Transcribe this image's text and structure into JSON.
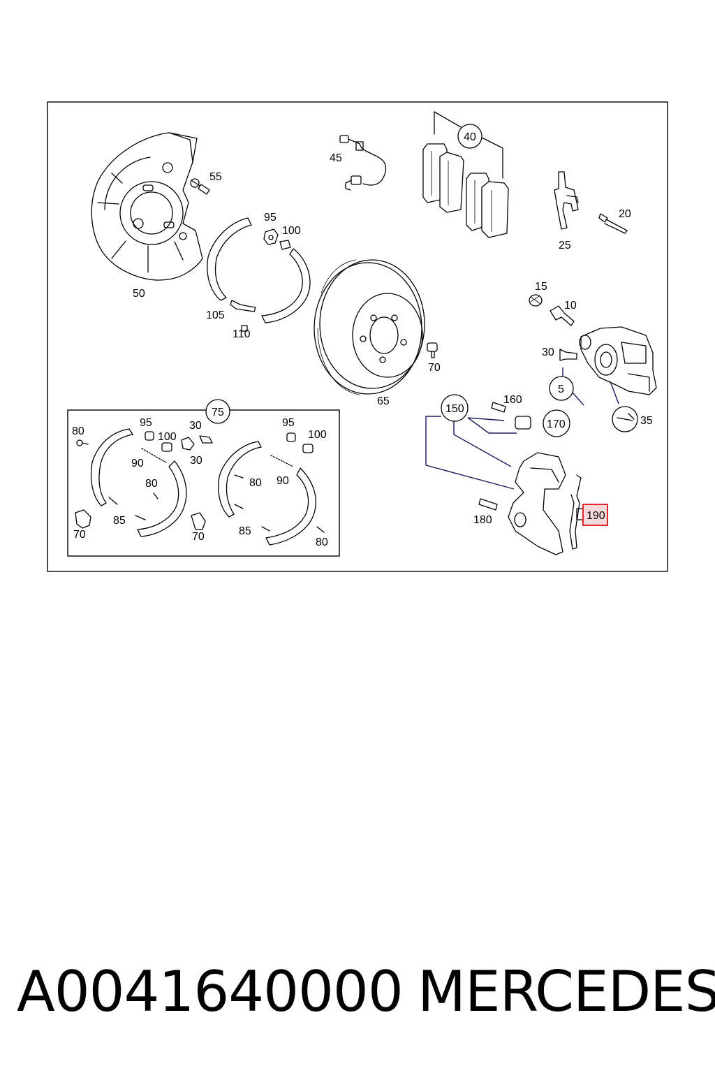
{
  "diagram": {
    "labels": {
      "l5": "5",
      "l10": "10",
      "l15": "15",
      "l20": "20",
      "l25": "25",
      "l30a": "30",
      "l35": "35",
      "l40": "40",
      "l45": "45",
      "l50": "50",
      "l55": "55",
      "l65": "65",
      "l70a": "70",
      "l75": "75",
      "l95a": "95",
      "l100a": "100",
      "l105": "105",
      "l110": "110",
      "l150": "150",
      "l160": "160",
      "l170": "170",
      "l180": "180",
      "l190": "190",
      "k80a": "80",
      "k95a": "95",
      "k100a": "100",
      "k30a": "30",
      "k30b": "30",
      "k90a": "90",
      "k80b": "80",
      "k85a": "85",
      "k70a": "70",
      "k70b": "70",
      "k95b": "95",
      "k100b": "100",
      "k80c": "80",
      "k90b": "90",
      "k85b": "85",
      "k80d": "80"
    },
    "highlight_color": "#e3262d",
    "highlight_fill": "#f7d9dc"
  },
  "footer": {
    "part_number": "A0041640000",
    "brand": "MERCEDES"
  }
}
